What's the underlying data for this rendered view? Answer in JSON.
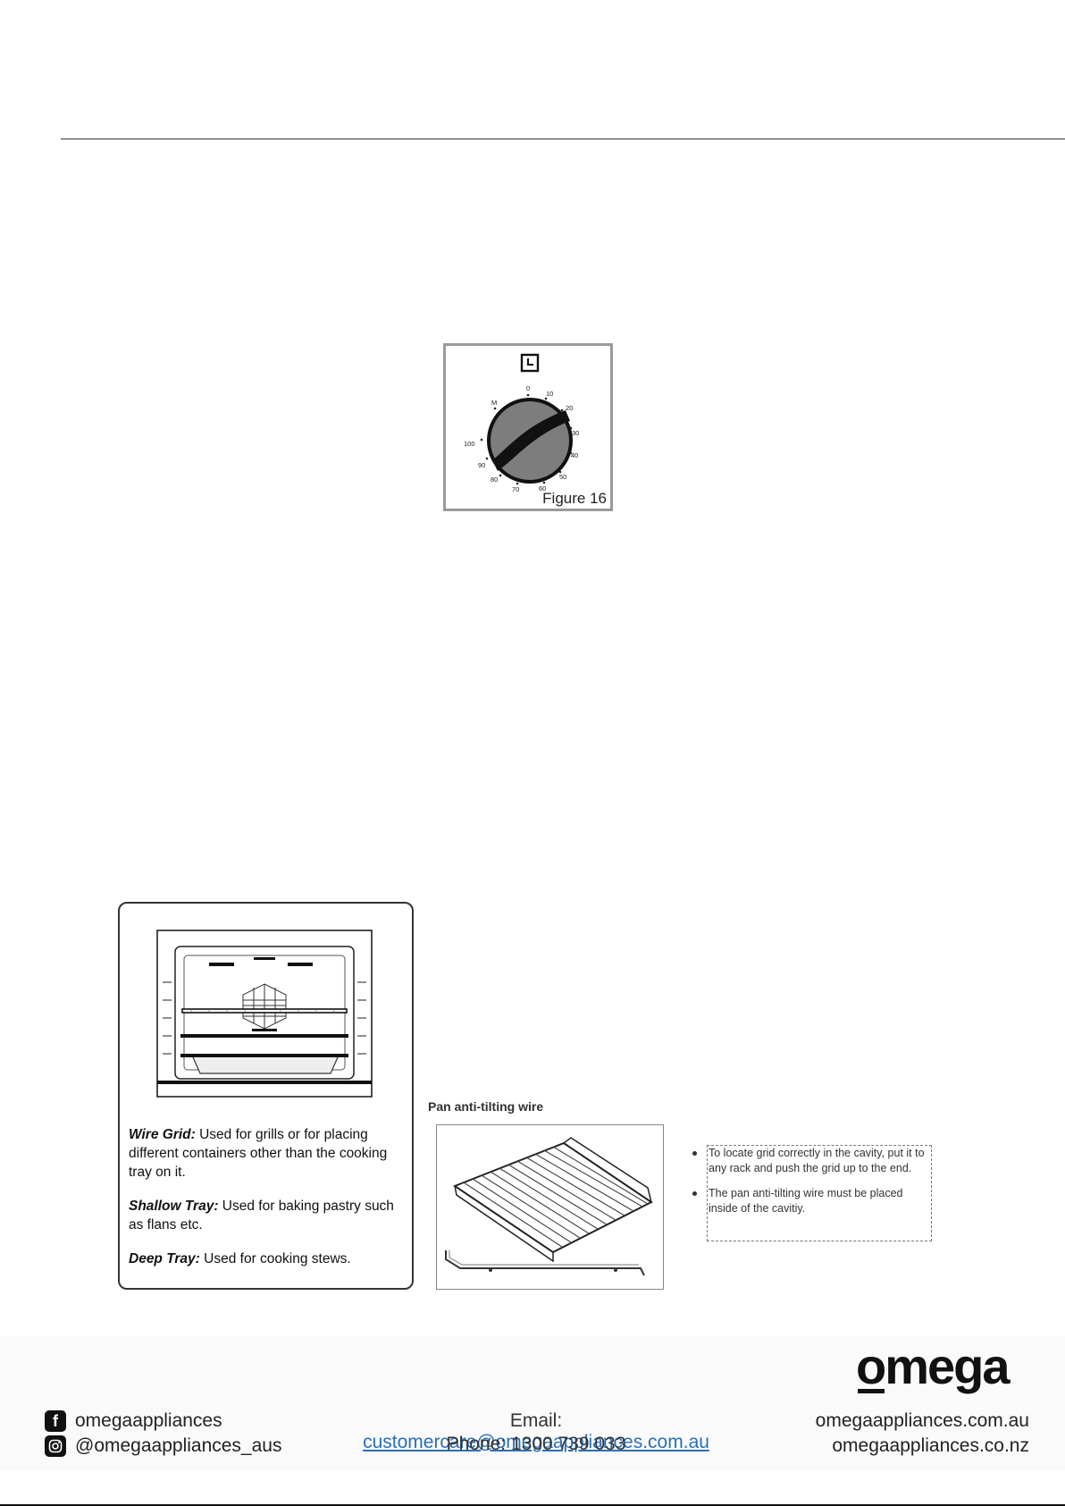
{
  "timer_figure": {
    "caption": "Figure 16",
    "dial_labels": [
      "0",
      "10",
      "20",
      "30",
      "40",
      "50",
      "60",
      "70",
      "80",
      "90",
      "100",
      "M"
    ],
    "clock_icon": "clock-icon"
  },
  "accessories": {
    "wire_grid": {
      "term": "Wire Grid:",
      "text": " Used for grills or for placing different containers other than the cooking tray on it."
    },
    "shallow_tray": {
      "term": "Shallow Tray:",
      "text": " Used for baking pastry such as flans etc."
    },
    "deep_tray": {
      "term": "Deep Tray:",
      "text": " Used for cooking stews."
    }
  },
  "pan": {
    "title": "Pan anti-tilting wire"
  },
  "notes": [
    "To locate grid correctly in the cavity, put it to any rack and push the grid up to the end.",
    "The pan anti-tilting wire must be placed inside of the cavitiy."
  ],
  "footer": {
    "brand": "omega",
    "facebook": "omegaappliances",
    "instagram": "@omegaappliances_aus",
    "email_label": "Email: ",
    "email": "customercare@omegaappliances.com.au",
    "phone": "Phone: 1300 739 033",
    "site_au": "omegaappliances.com.au",
    "site_nz": "omegaappliances.co.nz"
  }
}
